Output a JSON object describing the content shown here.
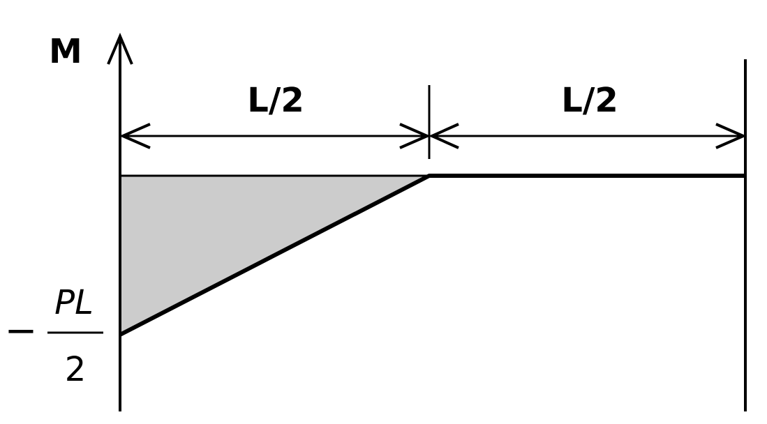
{
  "diagram": {
    "title": "Bending moment diagram",
    "axis_label": "M",
    "segments": [
      {
        "label": "L/2"
      },
      {
        "label": "L/2"
      }
    ],
    "min_value": {
      "sign": "−",
      "numerator": "PL",
      "denominator": "2"
    },
    "colors": {
      "fill": "#cccccc",
      "stroke": "#000000"
    }
  }
}
